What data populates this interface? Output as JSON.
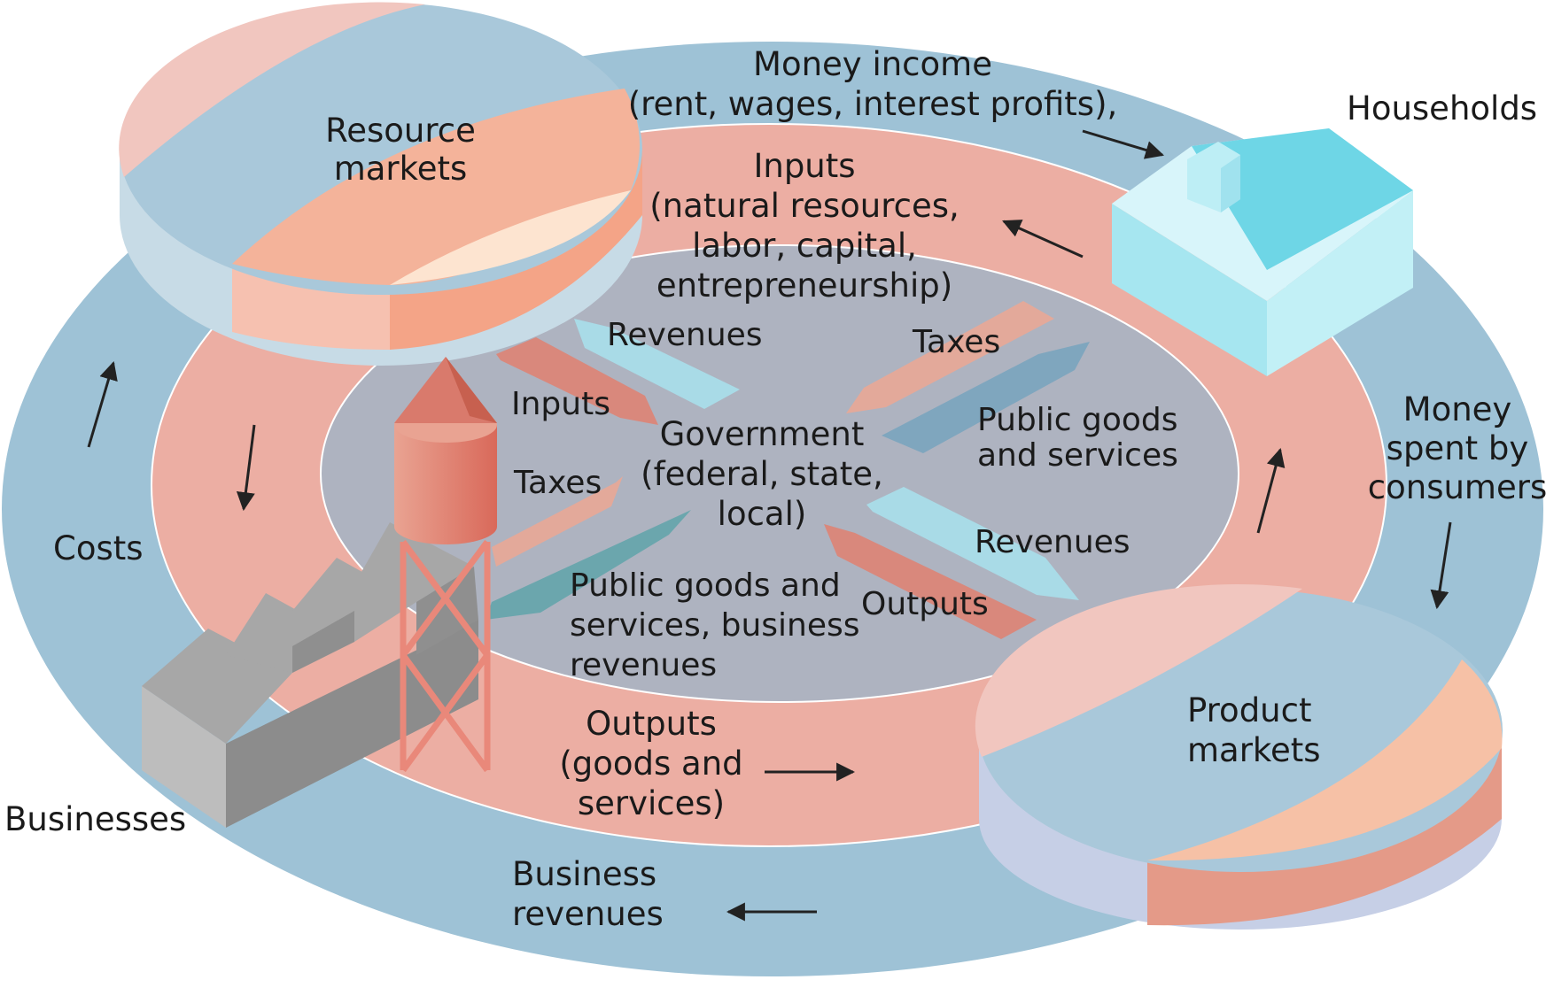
{
  "labels": {
    "money_income": [
      "Money income",
      "(rent, wages, interest profits),"
    ],
    "households": "Households",
    "resource_markets": [
      "Resource",
      "markets"
    ],
    "inputs_top": [
      "Inputs",
      "(natural resources,",
      "labor, capital,",
      "entrepreneurship)"
    ],
    "money_spent": [
      "Money",
      "spent by",
      "consumers"
    ],
    "costs": "Costs",
    "businesses": "Businesses",
    "business_revenues": [
      "Business",
      "revenues"
    ],
    "outputs_bottom": [
      "Outputs",
      "(goods and",
      "services)"
    ],
    "product_markets": [
      "Product",
      "markets"
    ],
    "government": [
      "Government",
      "(federal, state,",
      "local)"
    ],
    "gov_revenues_top": "Revenues",
    "gov_taxes_right": "Taxes",
    "gov_public_goods_right": [
      "Public goods",
      "and services"
    ],
    "gov_revenues_right": "Revenues",
    "gov_outputs": "Outputs",
    "gov_public_goods_left": [
      "Public goods and",
      "services, business",
      "revenues"
    ],
    "gov_taxes_left": "Taxes",
    "gov_inputs": "Inputs"
  },
  "icons": {
    "households": "house-icon",
    "businesses": "factory-icon",
    "water_tower": "water-tower-icon",
    "resource_markets": "pie-disc-icon",
    "product_markets": "pie-disc-icon"
  },
  "colors": {
    "outer_ring": "#9ec2d6",
    "middle_ring": "#ecaea3",
    "inner_ellipse": "#aeb3c0",
    "house": "#a6e6f0",
    "factory": "#9a9a9a",
    "tower": "#e9887a"
  }
}
